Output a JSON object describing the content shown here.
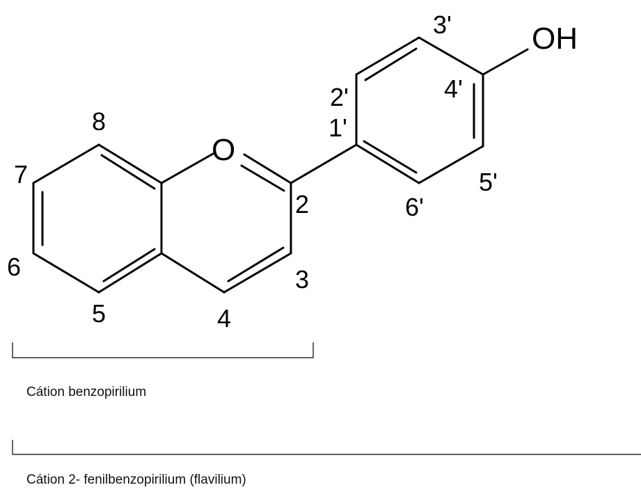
{
  "molecule": {
    "hydroxyl": "OH",
    "ring_oxygen": "O",
    "locants": {
      "c2": "2",
      "c3": "3",
      "c4": "4",
      "c5": "5",
      "c6": "6",
      "c7": "7",
      "c8": "8",
      "c1p": "1'",
      "c2p": "2'",
      "c3p": "3'",
      "c4p": "4'",
      "c5p": "5'",
      "c6p": "6'"
    }
  },
  "captions": {
    "benzopirilium": "Cátion benzopirilium",
    "flavilium": "Cátion 2- fenilbenzopirilium (flavilium)"
  }
}
